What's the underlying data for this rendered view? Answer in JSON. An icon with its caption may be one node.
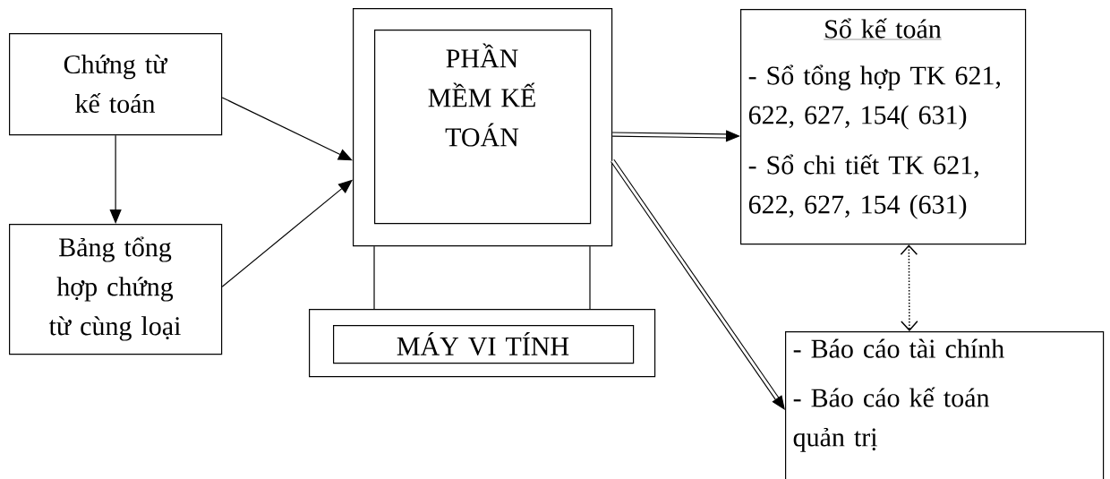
{
  "diagram": {
    "nodes": [
      {
        "text": [
          "Chứng từ kế toán"
        ]
      },
      {
        "text": [
          "Bảng tổng hợp chứng từ cùng loại"
        ]
      },
      {
        "text": [],
        "shape": "box"
      },
      {
        "text": [
          "PHẦN MỀM KẾ TOÁN"
        ],
        "in": 2
      },
      {
        "text": [],
        "shape": "box"
      },
      {
        "text": [
          "MÁY VI TÍNH"
        ],
        "in": 4
      },
      {
        "text": [
          "Sổ kế toán",
          "- Sổ tổng hợp TK 621, 622, 627, 154( 631)",
          "- Sổ chi tiết TK 621, 622, 627, 154 (631)"
        ]
      },
      {
        "text": [
          "- Báo cáo tài chính",
          "- Báo cáo kế toán quản trị"
        ]
      }
    ],
    "edges": [
      {
        "from": 0,
        "to": 1,
        "arrow": "to"
      },
      {
        "from": 0,
        "to": 2,
        "arrow": "to"
      },
      {
        "from": 1,
        "to": 2,
        "arrow": "to"
      },
      {
        "from": 2,
        "to": 6,
        "arrow": "to",
        "style": "thick"
      },
      {
        "from": 2,
        "to": 7,
        "arrow": "to",
        "style": "thick"
      },
      {
        "from": 6,
        "to": 7,
        "arrow": "both",
        "style": "dashed"
      },
      {
        "from": 2,
        "to": 4,
        "arrow": "none"
      },
      {
        "from": 2,
        "to": 4,
        "arrow": "none"
      }
    ]
  }
}
